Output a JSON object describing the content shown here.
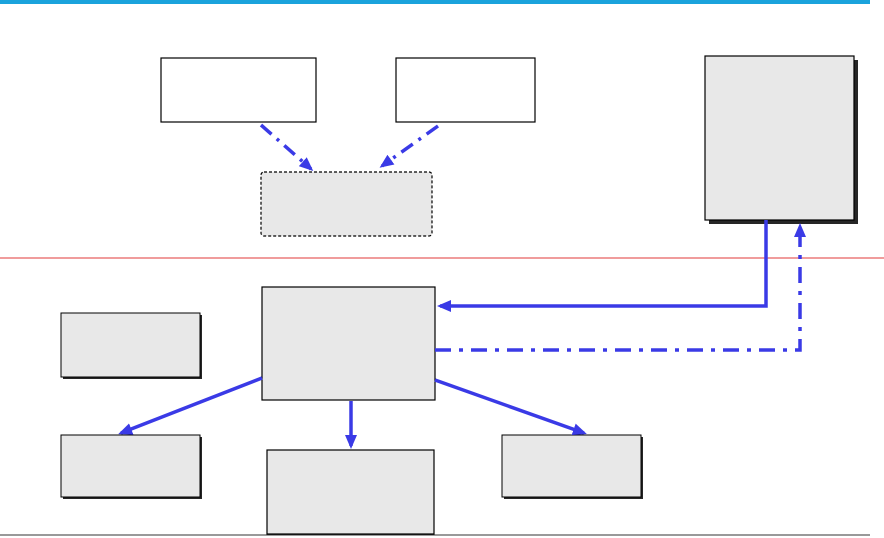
{
  "colors": {
    "top_rule": "#1aa3dc",
    "divider": "#e03a3a",
    "bottom_rule": "#333333",
    "connector": "#3a3ae6",
    "box_border": "#000000",
    "box_fill_light": "#e8e8e8",
    "box_fill_white": "#ffffff"
  },
  "boxes": {
    "top_left": {
      "label": "",
      "style": "solid-white"
    },
    "top_middle": {
      "label": "",
      "style": "solid-white"
    },
    "merged_dashed": {
      "label": "",
      "style": "dashed-gray"
    },
    "right_tall": {
      "label": "",
      "style": "solid-gray"
    },
    "central_hub": {
      "label": "",
      "style": "solid-gray"
    },
    "left_isolated": {
      "label": "",
      "style": "solid-gray-shadow"
    },
    "bottom_left": {
      "label": "",
      "style": "solid-gray-shadow"
    },
    "bottom_center": {
      "label": "",
      "style": "solid-gray"
    },
    "bottom_right": {
      "label": "",
      "style": "solid-gray-shadow"
    }
  },
  "connectors": [
    {
      "name": "top-left-to-merged",
      "line": "dash-dot",
      "arrow": "end"
    },
    {
      "name": "top-middle-to-merged",
      "line": "dash-dot",
      "arrow": "end"
    },
    {
      "name": "right-tall-to-hub",
      "line": "solid",
      "arrow": "end"
    },
    {
      "name": "hub-to-right-tall",
      "line": "dash-dot",
      "arrow": "end"
    },
    {
      "name": "hub-to-bottom-left",
      "line": "solid",
      "arrow": "end"
    },
    {
      "name": "hub-to-bottom-center",
      "line": "solid",
      "arrow": "end"
    },
    {
      "name": "hub-to-bottom-right",
      "line": "solid",
      "arrow": "end"
    }
  ]
}
